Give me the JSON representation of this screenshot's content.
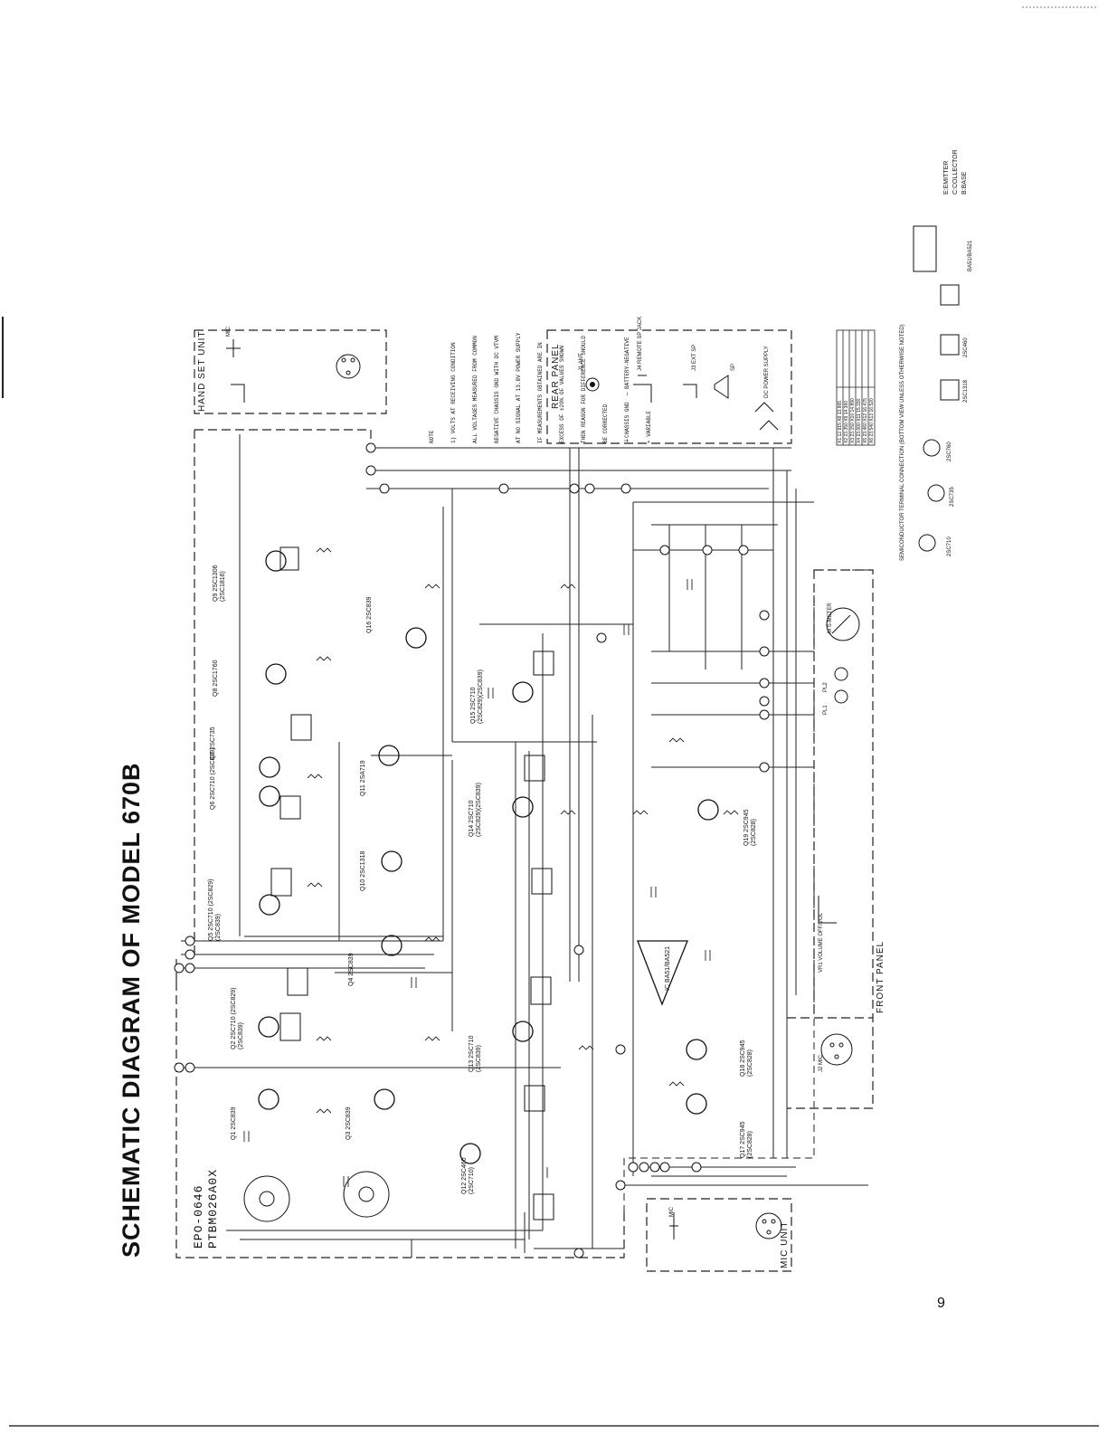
{
  "title": "SCHEMATIC DIAGRAM OF MODEL 670B",
  "page_number": "9",
  "board_labels": [
    "EPO-0646",
    "PTBM026A0X"
  ],
  "units": {
    "hand_set": "HAND SET UNIT",
    "rear_panel": "REAR PANEL",
    "front_panel": "FRONT PANEL",
    "mic_unit": "MIC UNIT"
  },
  "note_lines": [
    "NOTE",
    "1) VOLTS AT RECEIVING CONDITION",
    "ALL VOLTAGES MEASURED FROM COMMON",
    "NEGATIVE CHASSIS GND WITH DC VTVM",
    "AT NO SIGNAL AT 13.8V POWER SUPPLY",
    "IF MEASUREMENTS OBTAINED ARE IN",
    "EXCESS OF ±20% OF VALUES SHOWN",
    "THEN REASON FOR DIFFERENCE SHOULD",
    "BE CORRECTED",
    "⏚CHASSIS GND  — BATTERY-NEGATIVE",
    "∗ VARIABLE"
  ],
  "semiconductor_note": "SEMICONDUCTOR TERMINAL CONNECTION (BOTTOM VIEW UNLESS OTHERWISE NOTED)",
  "terminal_legend": [
    "E:EMITTER",
    "C:COLLECTOR",
    "B:BASE"
  ],
  "pinout_labels": [
    "2SC710",
    "2SC735",
    "2SC760",
    "2SC1318",
    "2SC460",
    "BA51/BA521"
  ],
  "transistors": [
    {
      "ref": "Q1",
      "type": "2SC839"
    },
    {
      "ref": "Q2",
      "type": "2SC710 (2SC829)(2SC839)"
    },
    {
      "ref": "Q3",
      "type": "2SC839"
    },
    {
      "ref": "Q4",
      "type": "2SC839"
    },
    {
      "ref": "Q5",
      "type": "2SC710 (2SC829)(2SC839)"
    },
    {
      "ref": "Q6",
      "type": "2SC710 (2SC839)"
    },
    {
      "ref": "Q7",
      "type": "2SC735"
    },
    {
      "ref": "Q8",
      "type": "2SC1760"
    },
    {
      "ref": "Q9",
      "type": "2SC1306 (2SC1816)"
    },
    {
      "ref": "Q10",
      "type": "2SC1318"
    },
    {
      "ref": "Q11",
      "type": "2SA719"
    },
    {
      "ref": "Q12",
      "type": "2SC460 (2SC710)"
    },
    {
      "ref": "Q13",
      "type": "2SC710 (2SC839)"
    },
    {
      "ref": "Q14",
      "type": "2SC710 (2SC829)(2SC839)"
    },
    {
      "ref": "Q15",
      "type": "2SC710 (2SC829)(2SC839)"
    },
    {
      "ref": "Q16",
      "type": "2SC839"
    },
    {
      "ref": "Q17",
      "type": "2SC945 (2SC828)"
    },
    {
      "ref": "Q18",
      "type": "2SC945 (2SC828)"
    },
    {
      "ref": "Q19",
      "type": "2SC945 (2SC828)"
    }
  ],
  "ic": "IC BA51/BA521",
  "connectors": {
    "j1": "J1 ANT",
    "j2": "J2 MIC",
    "j3": "J3 EXT SP",
    "j4": "J4 REMOTE SP JACK",
    "sp": "SP",
    "dc": "DC POWER SUPPLY",
    "mic": "MIC",
    "m1": "M S-METER",
    "vr": "VR1 VOLUME OFF/VOL",
    "pl": [
      "PL1",
      "PL2"
    ]
  },
  "table_rows": [
    [
      "X1",
      "12.915",
      "X8",
      "13.965"
    ],
    [
      "X2",
      "23.350",
      "X9",
      "14.360"
    ],
    [
      "X3",
      "23.150",
      "X10",
      "14.890"
    ],
    [
      "X4",
      "23.000",
      "X11",
      "15.330"
    ],
    [
      "X5",
      "23.460",
      "X12",
      "16.475"
    ],
    [
      "X6",
      "23.540",
      "X13",
      "16.520"
    ]
  ]
}
